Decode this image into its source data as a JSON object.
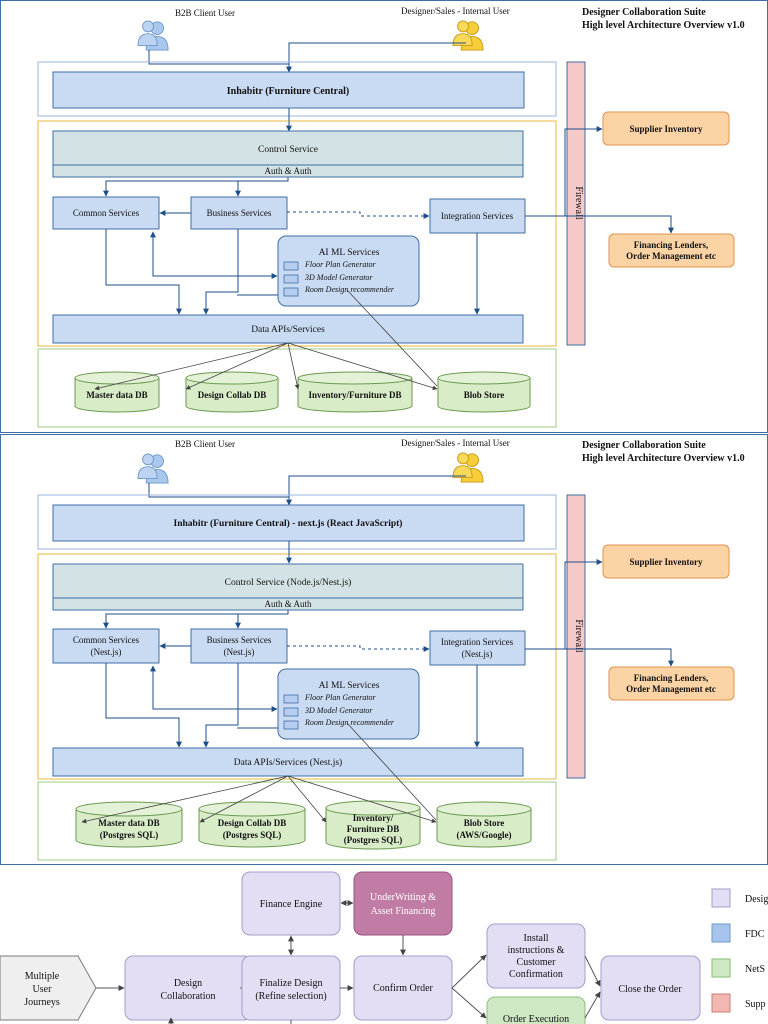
{
  "architecture_v1": {
    "b2b_user": "B2B Client User",
    "internal_user": "Designer/Sales - Internal User",
    "title_line1": "Designer Collaboration Suite",
    "title_line2": "High level Architecture Overview v1.0",
    "frontend": "Inhabitr (Furniture Central)",
    "control_service": "Control Service",
    "auth": "Auth & Auth",
    "common_services": "Common Services",
    "business_services": "Business Services",
    "integration_services": "Integration Services",
    "aiml_title": "AI ML Services",
    "aiml_items": [
      "Floor Plan Generator",
      "3D Model Generator",
      "Room Design recommender"
    ],
    "data_apis": "Data APIs/Services",
    "firewall": "Firewall",
    "supplier_inventory": "Supplier Inventory",
    "financing_line1": "Financing Lenders,",
    "financing_line2": "Order Management etc",
    "db_master": "Master data DB",
    "db_design": "Design Collab DB",
    "db_inventory": "Inventory/Furniture DB",
    "db_blob": "Blob Store"
  },
  "architecture_v2": {
    "b2b_user": "B2B Client User",
    "internal_user": "Designer/Sales - Internal User",
    "title_line1": "Designer Collaboration Suite",
    "title_line2": "High level Architecture Overview v1.0",
    "frontend": "Inhabitr (Furniture Central) - next.js (React JavaScript)",
    "control_service": "Control Service (Node.js/Nest.js)",
    "auth": "Auth & Auth",
    "common_services_1": "Common Services",
    "common_services_2": "(Nest.js)",
    "business_services_1": "Business Services",
    "business_services_2": "(Nest.js)",
    "integration_services_1": "Integration Services",
    "integration_services_2": "(Nest.js)",
    "aiml_title": "AI ML Services",
    "aiml_items": [
      "Floor Plan Generator",
      "3D Model Generator",
      "Room Design recommender"
    ],
    "data_apis": "Data APIs/Services (Nest.js)",
    "firewall": "Firewall",
    "supplier_inventory": "Supplier Inventory",
    "financing_line1": "Financing Lenders,",
    "financing_line2": "Order Management etc",
    "db_master_1": "Master data DB",
    "db_master_2": "(Postgres SQL)",
    "db_design_1": "Design Collab DB",
    "db_design_2": "(Postgres SQL)",
    "db_inventory_1": "Inventory/",
    "db_inventory_2": "Furniture DB",
    "db_inventory_3": "(Postgres SQL)",
    "db_blob_1": "Blob Store",
    "db_blob_2": "(AWS/Google)"
  },
  "flow": {
    "journeys": [
      "Multiple",
      "User",
      "Journeys"
    ],
    "design_collab": [
      "Design",
      "Collaboration"
    ],
    "finance_engine": "Finance Engine",
    "underwriting": [
      "UnderWriting &",
      "Asset Financing"
    ],
    "finalize": [
      "Finalize Design",
      "(Refine selection)"
    ],
    "confirm_order": "Confirm Order",
    "install": [
      "Install",
      "instructions &",
      "Customer",
      "Confirmation"
    ],
    "close_order": "Close the Order",
    "order_execution": "Order Execution"
  },
  "legend": {
    "items": [
      "Desig",
      "FDC",
      "NetS",
      "Supp"
    ],
    "colors": [
      "#e4def5",
      "#a9c4ec",
      "#cfe8c4",
      "#f0b7b3"
    ]
  },
  "colors": {
    "service_box": "#c9daf3",
    "service_stroke": "#3f6fa5",
    "control_box": "#d3e2e4",
    "orange_box": "#fbd3a4",
    "orange_stroke": "#e0954e",
    "db_fill": "#d8ecc8",
    "db_stroke": "#6b9a4f",
    "firewall_fill": "#f5c9c8",
    "flow_purple": "#e4def5",
    "flow_magenta": "#c07ca5",
    "flow_green": "#cfe8c4",
    "link_blue": "#2a6ad1",
    "internal_orange": "#e28e1f"
  }
}
